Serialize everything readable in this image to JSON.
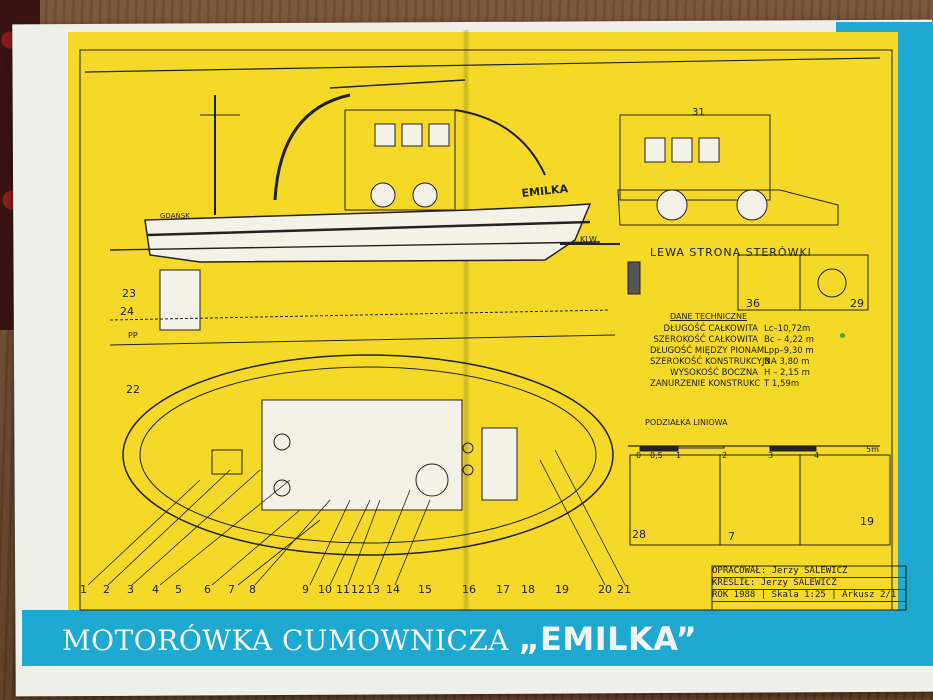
{
  "banner": {
    "prefix": "MOTORÓWKA CUMOWNICZA",
    "name": "„EMILKA”"
  },
  "side_view": {
    "hull_name": "EMILKA",
    "port_label": "GDAŃSK",
    "klw_label": "KLW",
    "pp_label": "PP"
  },
  "wheelhouse": {
    "title": "LEWA STRONA STERÓWKI",
    "label_31": "31",
    "label_36": "36",
    "label_29": "29"
  },
  "tech": {
    "heading": "DANE TECHNICZNE",
    "rows": [
      {
        "k": "DŁUGOŚĆ CAŁKOWITA",
        "v": "Lc–10,72m"
      },
      {
        "k": "SZEROKOŚĆ CAŁKOWITA",
        "v": "Bc – 4,22 m"
      },
      {
        "k": "DŁUGOŚĆ MIĘDZY PIONAMI",
        "v": "Lpp–9,30 m"
      },
      {
        "k": "SZEROKOŚĆ KONSTRUKCYJNA",
        "v": "B – 3,80 m"
      },
      {
        "k": "WYSOKOŚĆ BOCZNA",
        "v": "H – 2,15 m"
      },
      {
        "k": "ZANURZENIE KONSTRUKC",
        "v": "T  1,59m"
      }
    ]
  },
  "scale_bar": {
    "title": "PODZIAŁKA LINIOWA",
    "ticks": [
      "0",
      "0,5",
      "1",
      "2",
      "3",
      "4",
      "5m"
    ]
  },
  "details": {
    "labels": [
      "28",
      "7",
      "19"
    ]
  },
  "side_numbers": [
    "23",
    "24",
    "22"
  ],
  "bottom_numbers": [
    "1",
    "2",
    "3",
    "4",
    "5",
    "6",
    "7",
    "8",
    "9",
    "10",
    "11",
    "12",
    "13",
    "14",
    "15",
    "16",
    "17",
    "18",
    "19",
    "20",
    "21"
  ],
  "title_block": {
    "drawn_by_label": "OPRACOWAŁ:",
    "drawn_by": "Jerzy SALEWICZ",
    "traced_label": "KREŚLIŁ:",
    "traced_by": "Jerzy SALEWICZ",
    "year": "ROK 1988",
    "scale": "Skala 1:25",
    "sheet": "Arkusz 2/1"
  },
  "colors": {
    "paper": "#f6d829",
    "band": "#1eaad0",
    "ink": "#222222"
  }
}
